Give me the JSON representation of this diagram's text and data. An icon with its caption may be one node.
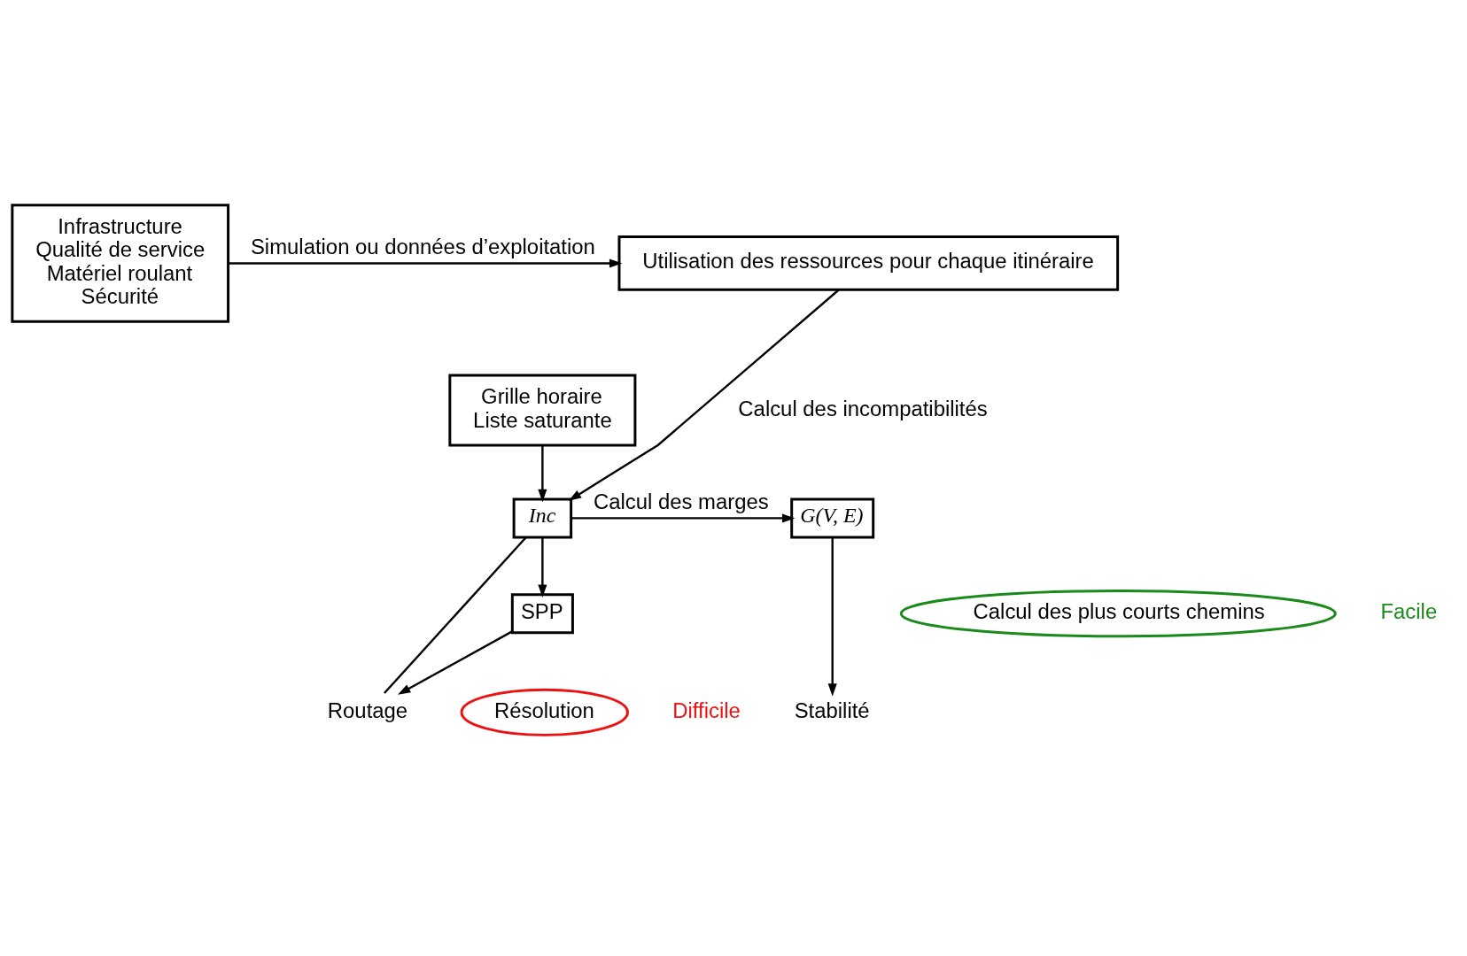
{
  "diagram": {
    "nodes": [
      {
        "text": [
          "Infrastructure",
          "Qualité de service",
          "Matériel roulant",
          "Sécurité"
        ]
      },
      {
        "text": [
          "Utilisation des ressources pour chaque itinéraire"
        ]
      },
      {
        "text": [
          "Grille horaire",
          "Liste saturante"
        ]
      },
      {
        "text": [
          "Inc"
        ]
      },
      {
        "text": [
          "G(V, E)"
        ]
      },
      {
        "text": [
          "SPP"
        ]
      },
      {
        "text": [
          "Stabilité"
        ]
      },
      {
        "text": [
          "Routage"
        ]
      },
      {
        "text": [
          "Calcul des plus courts chemins"
        ],
        "beside": [
          "Facile"
        ]
      },
      {
        "text": [
          "Résolution"
        ],
        "beside": [
          "Difficile"
        ]
      }
    ],
    "edges": [
      {
        "from": 0,
        "to": 1,
        "arrow": "to",
        "label": "Simulation ou données d’exploitation"
      },
      {
        "from": 1,
        "to": 3,
        "arrow": "to",
        "label": "Calcul des incompatibilités"
      },
      {
        "from": 2,
        "to": 3,
        "arrow": "to"
      },
      {
        "from": 3,
        "to": 4,
        "arrow": "to",
        "label": "Calcul des marges"
      },
      {
        "from": 3,
        "to": 5,
        "arrow": "to"
      },
      {
        "from": 4,
        "to": 6,
        "arrow": "to"
      },
      {
        "from": 5,
        "to": 7,
        "arrow": "to"
      },
      {
        "from": 3,
        "to": 7,
        "arrow": "none"
      }
    ]
  }
}
